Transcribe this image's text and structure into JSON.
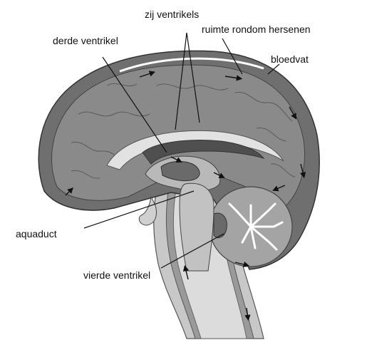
{
  "labels": {
    "zij_ventrikels": "zij ventrikels",
    "ruimte_rondom_hersenen": "ruimte rondom hersenen",
    "derde_ventrikel": "derde ventrikel",
    "bloedvat": "bloedvat",
    "aquaduct": "aquaduct",
    "vierde_ventrikel": "vierde ventrikel"
  }
}
